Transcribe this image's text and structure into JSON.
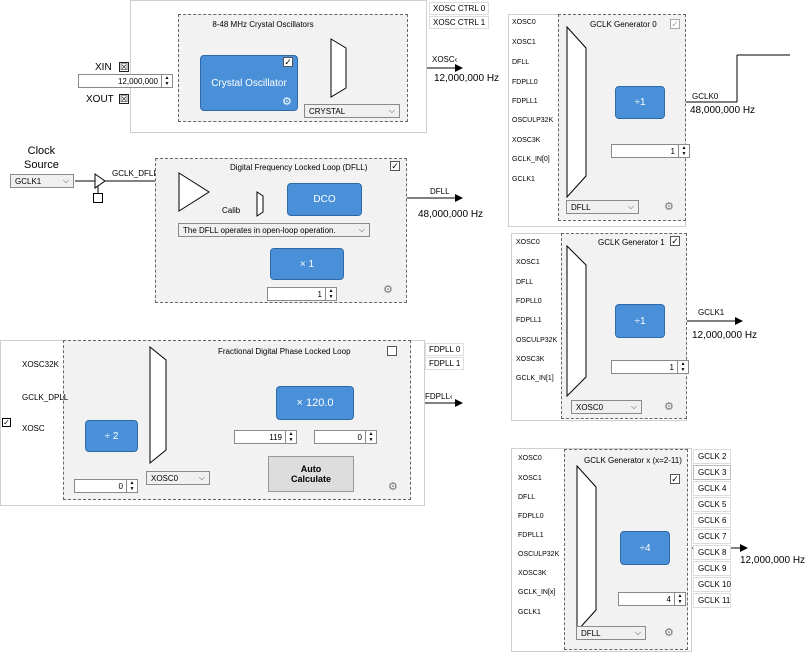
{
  "clock_source": {
    "label": "Clock\nSource",
    "selected": "GCLK1",
    "gclk_dfll": "GCLK_DFLL"
  },
  "xosc": {
    "title": "8-48 MHz Crystal Oscillators",
    "xin": "XIN",
    "xout": "XOUT",
    "freq_input": "12,000,000",
    "block_label": "Crystal Oscillator",
    "mode_select": "CRYSTAL",
    "out_signal": "XOSC‹",
    "out_freq": "12,000,000 Hz",
    "tabs": [
      "XOSC CTRL 0",
      "XOSC CTRL 1"
    ]
  },
  "dfll": {
    "title": "Digital Frequency Locked Loop (DFLL)",
    "dco": "DCO",
    "calib": "Calib",
    "mode_select": "The DFLL operates in open-loop operation.",
    "mult": "× 1",
    "mult_value": "1",
    "out_signal": "DFLL",
    "out_freq": "48,000,000 Hz"
  },
  "fdpll": {
    "title": "Fractional Digital Phase Locked Loop",
    "inputs": [
      "XOSC32K",
      "GCLK_DPLL",
      "XOSC"
    ],
    "div": "÷ 2",
    "div_value": "0",
    "mux_select": "XOSC0",
    "mult": "× 120.0",
    "mult_int": "119",
    "mult_frac": "0",
    "auto_calc": "Auto\nCalculate",
    "out_signal": "FDPLL‹",
    "tabs": [
      "FDPLL 0",
      "FDPLL 1"
    ]
  },
  "gclk0": {
    "title": "GCLK Generator 0",
    "inputs": [
      "XOSC0",
      "XOSC1",
      "DFLL",
      "FDPLL0",
      "FDPLL1",
      "OSCULP32K",
      "XOSC3K",
      "GCLK_IN[0]",
      "GCLK1"
    ],
    "div": "÷1",
    "div_value": "1",
    "source": "DFLL",
    "out_signal": "GCLK0",
    "out_freq": "48,000,000 Hz"
  },
  "gclk1": {
    "title": "GCLK Generator 1",
    "inputs": [
      "XOSC0",
      "XOSC1",
      "DFLL",
      "FDPLL0",
      "FDPLL1",
      "OSCULP32K",
      "XOSC3K",
      "GCLK_IN[1]"
    ],
    "div": "÷1",
    "div_value": "1",
    "source": "XOSC0",
    "out_signal": "GCLK1",
    "out_freq": "12,000,000 Hz"
  },
  "gclkx": {
    "title": "GCLK Generator x (x=2-11)",
    "inputs": [
      "XOSC0",
      "XOSC1",
      "DFLL",
      "FDPLL0",
      "FDPLL1",
      "OSCULP32K",
      "XOSC3K",
      "GCLK_IN[x]",
      "GCLK1"
    ],
    "div": "÷4",
    "div_value": "4",
    "source": "DFLL",
    "out_freq": "12,000,000 Hz",
    "tabs": [
      "GCLK 2",
      "GCLK 3",
      "GCLK 4",
      "GCLK 5",
      "GCLK 6",
      "GCLK 7",
      "GCLK 8",
      "GCLK 9",
      "GCLK 10",
      "GCLK 11"
    ]
  },
  "icons": {
    "checkbox": "check-icon",
    "gear": "gear-icon",
    "chevron": "chevron-down-icon"
  }
}
